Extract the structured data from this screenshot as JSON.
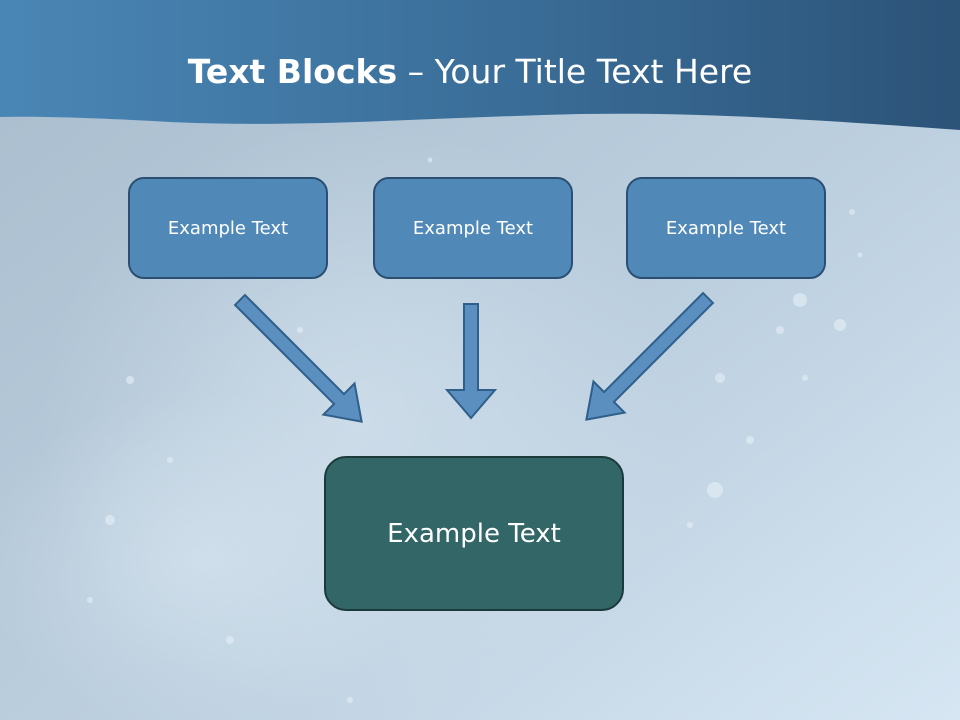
{
  "title": {
    "bold": "Text Blocks",
    "separator": " – ",
    "rest": "Your Title Text Here"
  },
  "boxes": {
    "left": "Example Text",
    "center": "Example Text",
    "right": "Example Text",
    "result": "Example Text"
  },
  "colors": {
    "header_band": "#3d6f98",
    "background": "#bccfdf",
    "box_fill": "#5089b8",
    "box_border": "#2a4f72",
    "result_fill": "#336666",
    "arrow_fill": "#5a8fbf"
  }
}
